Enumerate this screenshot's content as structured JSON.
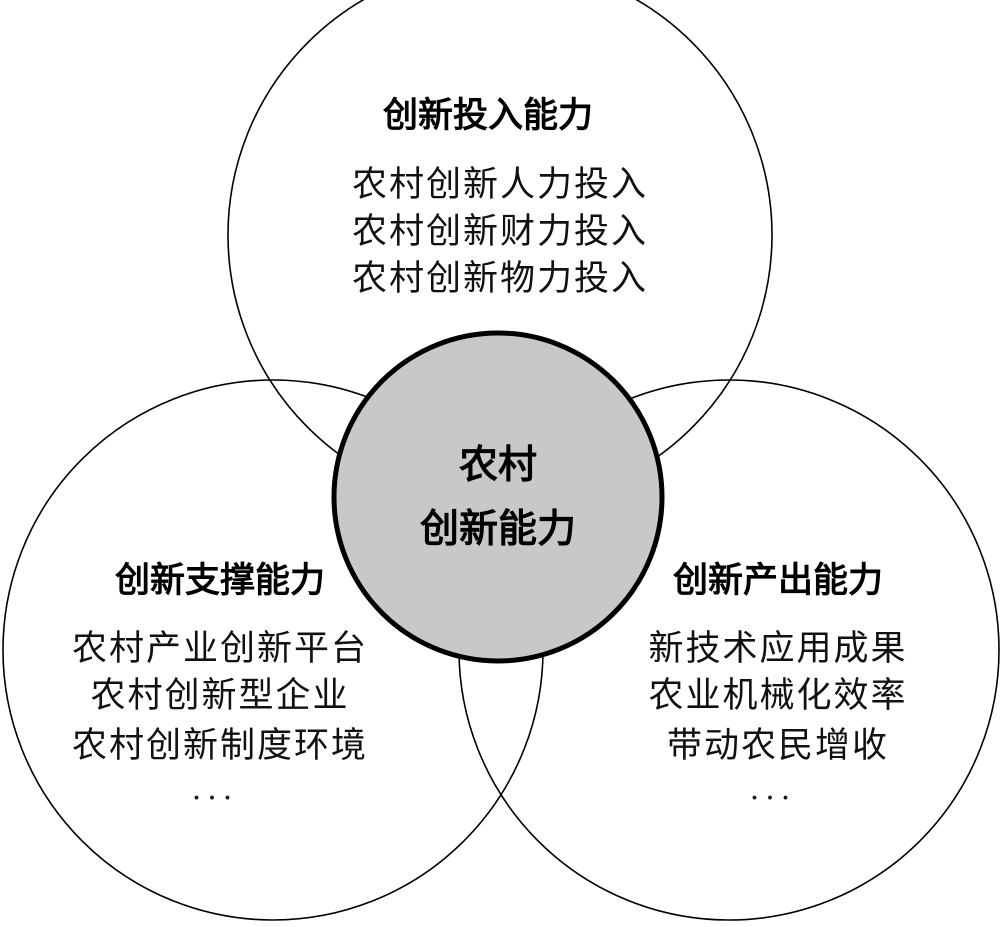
{
  "colors": {
    "center_fill": "#c8c8c8",
    "stroke": "#000000",
    "background": "#ffffff"
  },
  "center": {
    "line1": "农村",
    "line2": "创新能力"
  },
  "top": {
    "title": "创新投入能力",
    "items": [
      "农村创新人力投入",
      "农村创新财力投入",
      "农村创新物力投入"
    ]
  },
  "left": {
    "title": "创新支撑能力",
    "items": [
      "农村产业创新平台",
      "农村创新型企业",
      "农村创新制度环境"
    ],
    "ellipsis": "···"
  },
  "right": {
    "title": "创新产出能力",
    "items": [
      "新技术应用成果",
      "农业机械化效率",
      "带动农民增收"
    ],
    "ellipsis": "···"
  }
}
